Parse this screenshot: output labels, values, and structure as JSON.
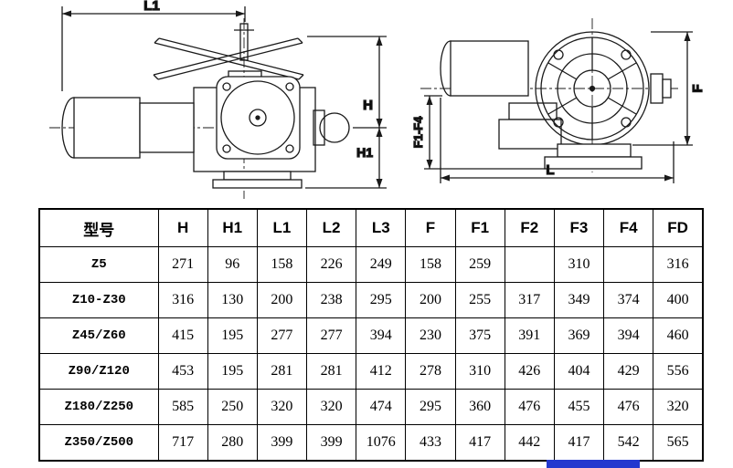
{
  "page": {
    "background": "#ffffff",
    "line_color": "#1a1a1a"
  },
  "drawings": {
    "front_view": {
      "labels": {
        "L1": "L1",
        "H": "H",
        "H1": "H1"
      }
    },
    "side_view": {
      "labels": {
        "F": "F",
        "F1_F4": "F1-F4",
        "L": "L"
      }
    }
  },
  "table": {
    "headers": [
      "型号",
      "H",
      "H1",
      "L1",
      "L2",
      "L3",
      "F",
      "F1",
      "F2",
      "F3",
      "F4",
      "FD"
    ],
    "rows": [
      [
        "Z5",
        "271",
        "96",
        "158",
        "226",
        "249",
        "158",
        "259",
        "",
        "310",
        "",
        "316"
      ],
      [
        "Z10-Z30",
        "316",
        "130",
        "200",
        "238",
        "295",
        "200",
        "255",
        "317",
        "349",
        "374",
        "400"
      ],
      [
        "Z45/Z60",
        "415",
        "195",
        "277",
        "277",
        "394",
        "230",
        "375",
        "391",
        "369",
        "394",
        "460"
      ],
      [
        "Z90/Z120",
        "453",
        "195",
        "281",
        "281",
        "412",
        "278",
        "310",
        "426",
        "404",
        "429",
        "556"
      ],
      [
        "Z180/Z250",
        "585",
        "250",
        "320",
        "320",
        "474",
        "295",
        "360",
        "476",
        "455",
        "476",
        "320"
      ],
      [
        "Z350/Z500",
        "717",
        "280",
        "399",
        "399",
        "1076",
        "433",
        "417",
        "442",
        "417",
        "542",
        "565"
      ]
    ]
  },
  "footer": {
    "bar_color": "#2438cf"
  }
}
